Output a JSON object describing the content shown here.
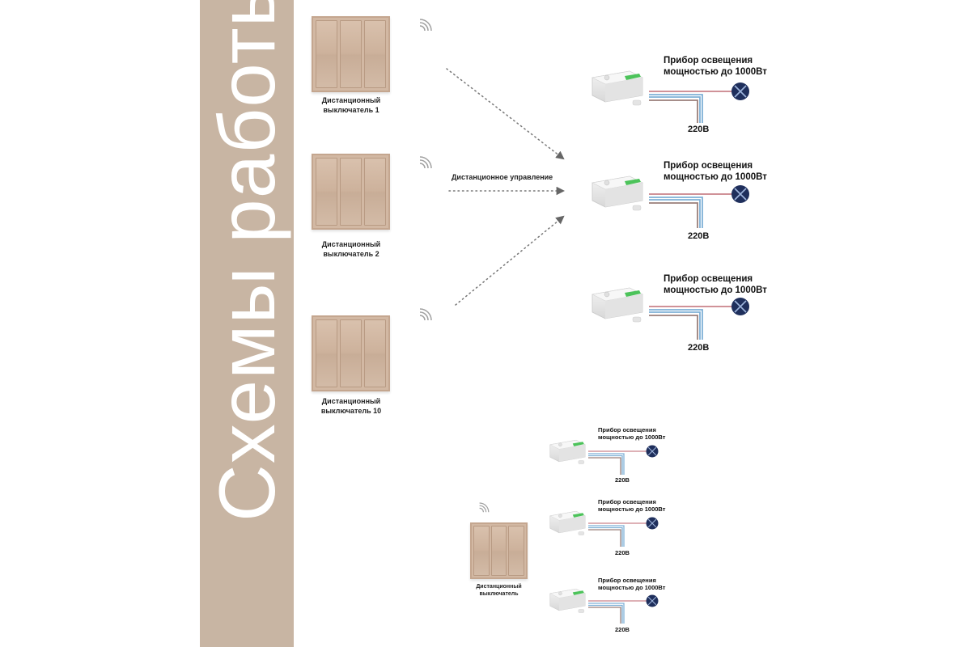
{
  "panel": {
    "title": "Схемы работы",
    "color": "#c8b5a3"
  },
  "control_label": "Дистанционное управление",
  "switches": [
    {
      "label_line1": "Дистанционный",
      "label_line2": "выключатель 1"
    },
    {
      "label_line1": "Дистанционный",
      "label_line2": "выключатель 2"
    },
    {
      "label_line1": "Дистанционный",
      "label_line2": "выключатель 10"
    }
  ],
  "devices": [
    {
      "title_line1": "Прибор освещения",
      "title_line2": "мощностью до 1000Вт",
      "voltage": "220В"
    },
    {
      "title_line1": "Прибор освещения",
      "title_line2": "мощностью до 1000Вт",
      "voltage": "220В"
    },
    {
      "title_line1": "Прибор освещения",
      "title_line2": "мощностью до 1000Вт",
      "voltage": "220В"
    }
  ],
  "scheme2": {
    "switch": {
      "label_line1": "Дистанционный",
      "label_line2": "выключатель"
    },
    "devices": [
      {
        "title_line1": "Прибор освещения",
        "title_line2": "мощностью до 1000Вт",
        "voltage": "220В"
      },
      {
        "title_line1": "Прибор освещения",
        "title_line2": "мощностью до 1000Вт",
        "voltage": "220В"
      },
      {
        "title_line1": "Прибор освещения",
        "title_line2": "мощностью до 1000Вт",
        "voltage": "220В"
      }
    ]
  },
  "colors": {
    "wire_red": "#c9828a",
    "wire_blue": "#7fb0d6",
    "wire_brown": "#9a7f7a",
    "lamp": "#1f2f5c",
    "terminal": "#4cc35a",
    "arrow": "#666666"
  }
}
